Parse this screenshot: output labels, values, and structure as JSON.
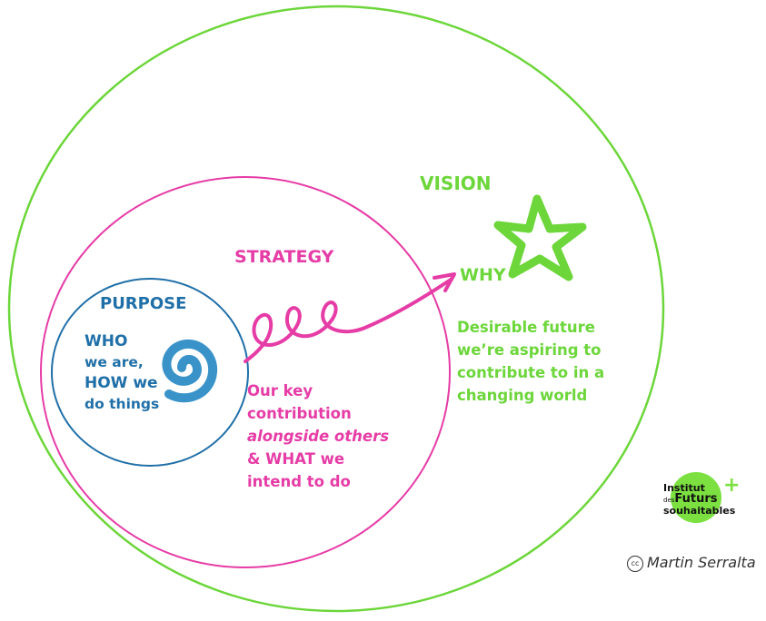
{
  "vision": {
    "title": "VISION",
    "why": "WHY",
    "lines": [
      "Desirable future",
      "we’re aspiring to",
      "contribute to in a",
      "changing world"
    ]
  },
  "strategy": {
    "title": "STRATEGY",
    "lines": [
      "Our key",
      "contribution",
      "alongside others",
      "& WHAT we",
      "intend to do"
    ]
  },
  "purpose": {
    "title": "PURPOSE",
    "lines": [
      "WHO",
      "we are,",
      "HOW we",
      "do things"
    ]
  },
  "logo": {
    "line1": "Institut",
    "line2_small": "des",
    "line2": "Futurs",
    "line3": "souhaitables"
  },
  "credit": {
    "cc": "cc",
    "author": "Martin Serralta"
  },
  "colors": {
    "vision": "#6cd63a",
    "strategy": "#e63ca6",
    "purpose": "#1f6fa8"
  }
}
